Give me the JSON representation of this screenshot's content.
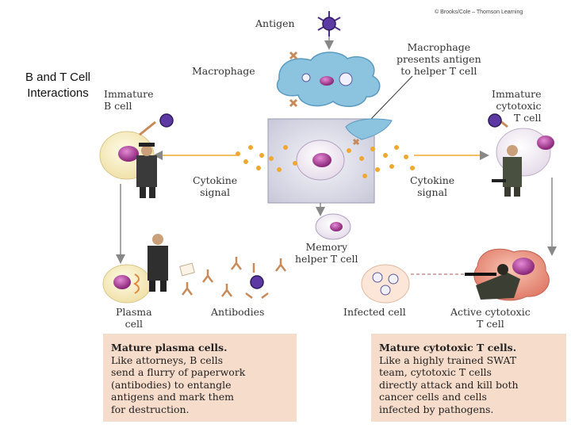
{
  "side_title": "B and T Cell Interactions",
  "copyright": "© Brooks/Cole – Thomson Learning",
  "labels": {
    "antigen": "Antigen",
    "macrophage": "Macrophage",
    "macrophage_presents": [
      "Macrophage",
      "presents antigen",
      "to helper T cell"
    ],
    "immature_b": [
      "Immature",
      "B cell"
    ],
    "immature_cytotoxic": [
      "Immature",
      "cytotoxic",
      "T cell"
    ],
    "cytokine_left": [
      "Cytokine",
      "signal"
    ],
    "cytokine_right": [
      "Cytokine",
      "signal"
    ],
    "memory_helper": [
      "Memory",
      "helper T cell"
    ],
    "plasma_cell": [
      "Plasma",
      "cell"
    ],
    "antibodies": "Antibodies",
    "infected_cell": "Infected cell",
    "active_cytotoxic": [
      "Active cytotoxic",
      "T cell"
    ]
  },
  "boxes": {
    "plasma": {
      "heading": "Mature plasma cells.",
      "lines": [
        "Like attorneys, B cells",
        "send a flurry of paperwork",
        "(antibodies) to entangle",
        "antigens and mark them",
        "for destruction."
      ]
    },
    "cytotoxic": {
      "heading": "Mature cytotoxic T cells.",
      "lines": [
        "Like a highly trained SWAT",
        "team, cytotoxic T cells",
        "directly attack and kill both",
        "cancer cells and cells",
        "infected by pathogens."
      ]
    }
  },
  "colors": {
    "box_bg": "#f6dccb",
    "helper_panel": "#d9d9e6",
    "macrophage": "#8cc4e0",
    "nucleus": "#b03a9a",
    "cytokine": "#f0a830",
    "antigen": "#4b2c8a",
    "antibody": "#c98a5a"
  }
}
